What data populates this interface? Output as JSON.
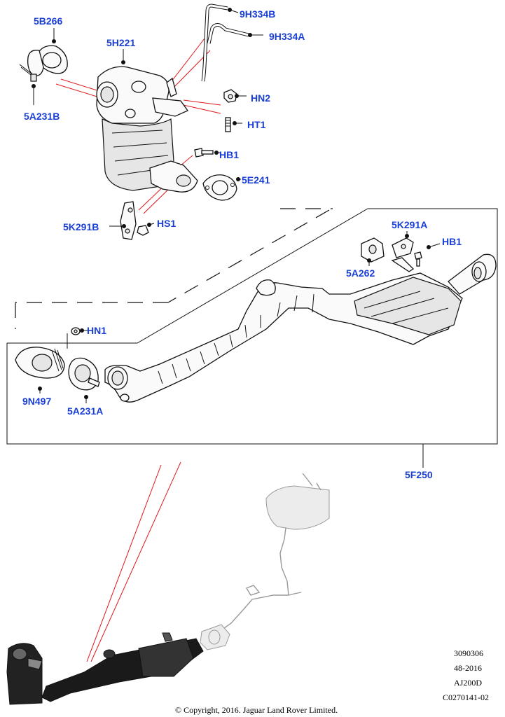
{
  "labels": {
    "l_5B266": "5B266",
    "l_5H221": "5H221",
    "l_9H334B": "9H334B",
    "l_9H334A": "9H334A",
    "l_HN2": "HN2",
    "l_HT1": "HT1",
    "l_5A231B": "5A231B",
    "l_HB1_top": "HB1",
    "l_5E241": "5E241",
    "l_5K291B": "5K291B",
    "l_HS1": "HS1",
    "l_5K291A": "5K291A",
    "l_HB1_right": "HB1",
    "l_5A262": "5A262",
    "l_HN1": "HN1",
    "l_9N497": "9N497",
    "l_5A231A": "5A231A",
    "l_5F250": "5F250"
  },
  "meta": {
    "line1": "3090306",
    "line2": "48-2016",
    "line3": "AJ200D",
    "line4": "C0270141-02",
    "copyright": "© Copyright, 2016. Jaguar Land Rover Limited."
  },
  "colors": {
    "label": "#1a3fd6",
    "pointer": "#e0161b",
    "line": "#111111"
  }
}
